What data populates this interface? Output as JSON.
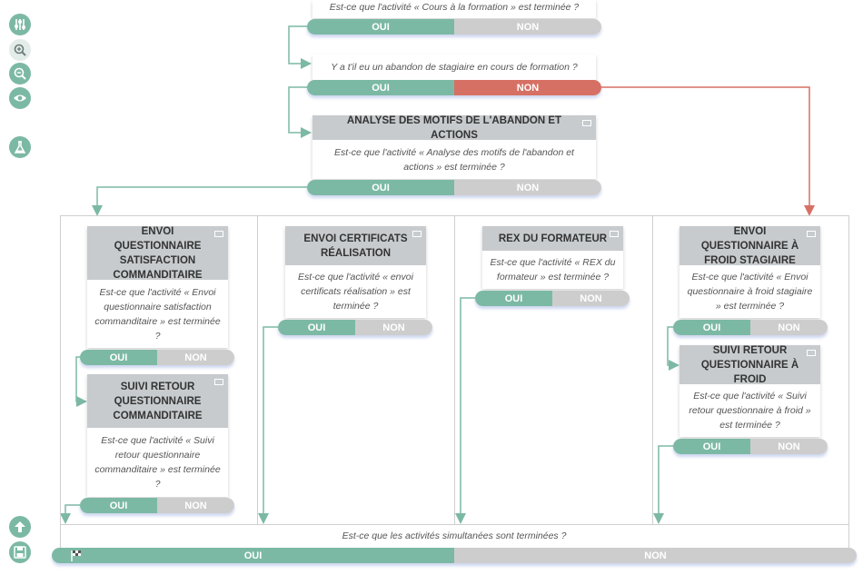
{
  "colors": {
    "green": "#7cb9a5",
    "grey": "#cdcdcd",
    "red": "#d77064",
    "header": "#c7cbce"
  },
  "toolbar": {
    "icons": [
      "sliders-icon",
      "zoom-in-icon",
      "zoom-out-icon",
      "eye-icon",
      "flask-icon"
    ],
    "bottom_icons": [
      "arrow-up-icon",
      "save-icon"
    ]
  },
  "yes_label": "OUI",
  "no_label": "NON",
  "top": {
    "cut_question": "Est-ce que l'activité « Cours à la formation » est terminée ?",
    "abandon_question": "Y a t'il eu un abandon de stagiaire en cours de formation ?"
  },
  "analyse": {
    "title": "ANALYSE DES MOTIFS DE L'ABANDON ET ACTIONS",
    "question": "Est-ce que l'activité « Analyse des motifs de l'abandon et actions » est terminée ?"
  },
  "col1": {
    "card1": {
      "title": "ENVOI QUESTIONNAIRE SATISFACTION COMMANDITAIRE",
      "question": "Est-ce que l'activité « Envoi questionnaire satisfaction commanditaire » est terminée ?"
    },
    "card2": {
      "title": "SUIVI RETOUR QUESTIONNAIRE COMMANDITAIRE",
      "question": "Est-ce que l'activité « Suivi retour questionnaire commanditaire » est terminée ?"
    }
  },
  "col2": {
    "card1": {
      "title": "ENVOI CERTIFICATS RÉALISATION",
      "question": "Est-ce que l'activité « envoi certificats réalisation » est terminée ?"
    }
  },
  "col3": {
    "card1": {
      "title": "REX DU FORMATEUR",
      "question": "Est-ce que l'activité « REX du formateur » est terminée ?"
    }
  },
  "col4": {
    "card1": {
      "title": "ENVOI QUESTIONNAIRE À FROID STAGIAIRE",
      "question": "Est-ce que l'activité « Envoi questionnaire à froid stagiaire » est terminée ?"
    },
    "card2": {
      "title": "SUIVI RETOUR QUESTIONNAIRE À FROID",
      "question": "Est-ce que l'activité « Suivi retour questionnaire à froid » est terminée ?"
    }
  },
  "final": {
    "question": "Est-ce que les activités simultanées sont terminées ?"
  }
}
